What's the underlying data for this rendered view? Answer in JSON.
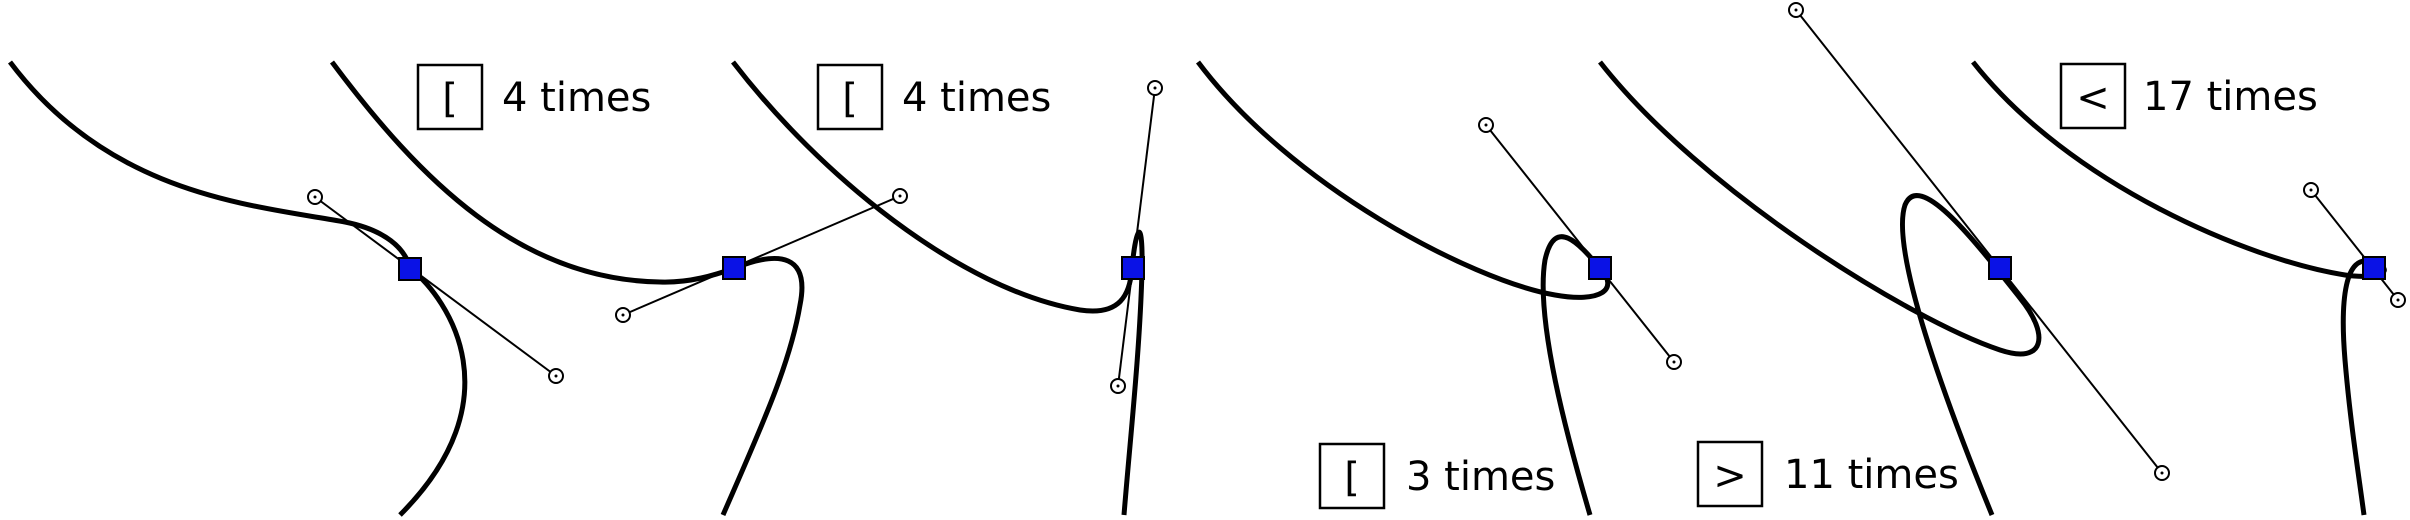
{
  "panels": [
    {
      "key": "",
      "label": ""
    },
    {
      "key": "[",
      "label": "4 times"
    },
    {
      "key": "[",
      "label": "4 times"
    },
    {
      "key": "[",
      "label": "3 times"
    },
    {
      "key": ">",
      "label": "11 times"
    },
    {
      "key": "<",
      "label": "17 times"
    }
  ],
  "colors": {
    "anchor_fill": "#0a12e6",
    "stroke": "#000000"
  }
}
